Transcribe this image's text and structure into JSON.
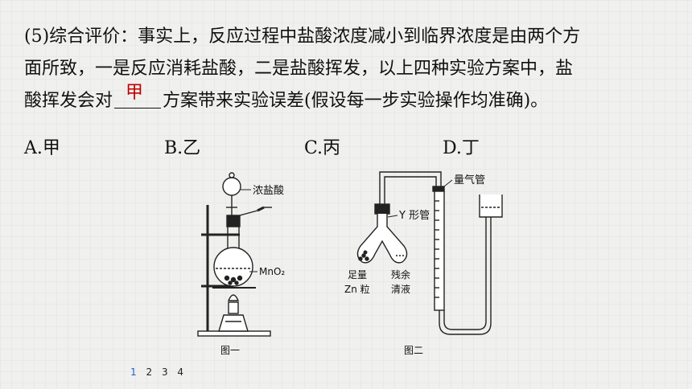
{
  "question": {
    "line1": "(5)综合评价：事实上，反应过程中盐酸浓度减小到临界浓度是由两个方",
    "line2": "面所致，一是反应消耗盐酸，二是盐酸挥发，以上四种实验方案中，盐",
    "line3_pre": "酸挥发会对",
    "answer": "甲",
    "line3_post": "方案带来实验误差(假设每一步实验操作均准确)。"
  },
  "options": [
    "A.甲",
    "B.乙",
    "C.丙",
    "D.丁"
  ],
  "figure1": {
    "label_acid": "浓盐酸",
    "label_mno2": "MnO₂",
    "caption": "图一"
  },
  "figure2": {
    "label_ytube": "Y 形管",
    "label_gastube": "量气管",
    "label_zn1": "足量",
    "label_zn2": "Zn 粒",
    "label_rest1": "残余",
    "label_rest2": "清液",
    "caption": "图二"
  },
  "pager": {
    "pages": [
      "1",
      "2",
      "3",
      "4"
    ],
    "active": "1"
  }
}
